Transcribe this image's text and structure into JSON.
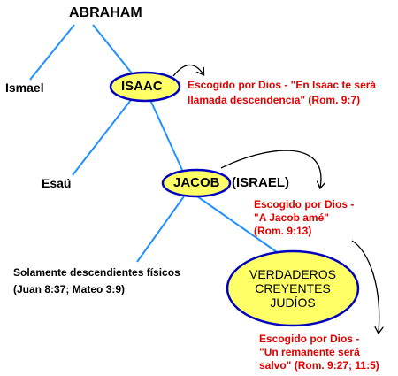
{
  "nodes": {
    "abraham": "ABRAHAM",
    "ismael": "Ismael",
    "isaac": "ISAAC",
    "esau": "Esaú",
    "jacob": "JACOB",
    "israel": "(ISRAEL)",
    "physical": [
      "Solamente descendientes físicos",
      "(Juan 8:37; Mateo 3:9)"
    ],
    "believers": [
      "VERDADEROS",
      "CREYENTES",
      "JUDÍOS"
    ]
  },
  "notes": {
    "isaac": [
      "Escogido por Dios - \"En Isaac te será",
      "llamada descendencia\" (Rom. 9:7)"
    ],
    "jacob": [
      "Escogido por Dios -",
      "\"A Jacob amé\"",
      "(Rom. 9:13)"
    ],
    "remnant": [
      "Escogido por Dios -",
      "\"Un remanente será",
      "salvo\"  (Rom. 9:27; 11:5)"
    ]
  },
  "colors": {
    "branch": "#1e90ff",
    "highlight_fill": "#ffff66",
    "highlight_stroke": "#0000c0",
    "note_text": "#e00000"
  }
}
